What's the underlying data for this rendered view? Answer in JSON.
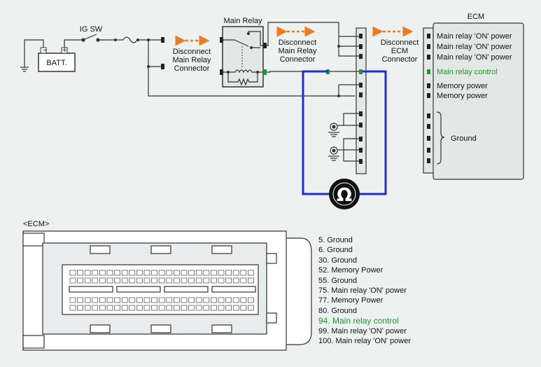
{
  "labels": {
    "batt": "BATT.",
    "ig_sw": "IG SW",
    "main_relay": "Main Relay",
    "ecm_title": "ECM",
    "ecm_section": "<ECM>",
    "ground": "Ground",
    "disconnect_relay_1": [
      "Disconnect",
      "Main Relay",
      "Connector"
    ],
    "disconnect_relay_2": [
      "Disconnect",
      "Main Relay",
      "Connector"
    ],
    "disconnect_ecm": [
      "Disconnect",
      "ECM",
      "Connector"
    ]
  },
  "ecm_pins": [
    {
      "label": "Main relay 'ON' power",
      "highlight": false
    },
    {
      "label": "Main relay 'ON' power",
      "highlight": false
    },
    {
      "label": "Main relay 'ON' power",
      "highlight": false
    },
    {
      "label": "Main relay control",
      "highlight": true
    },
    {
      "label": "Memory power",
      "highlight": false
    },
    {
      "label": "Memory power",
      "highlight": false
    }
  ],
  "pin_legend": [
    {
      "text": "5. Ground",
      "highlight": false
    },
    {
      "text": "6. Ground",
      "highlight": false
    },
    {
      "text": "30. Ground",
      "highlight": false
    },
    {
      "text": "52. Memory Power",
      "highlight": false
    },
    {
      "text": "55. Ground",
      "highlight": false
    },
    {
      "text": "75. Main relay 'ON' power",
      "highlight": false
    },
    {
      "text": "77. Memory Power",
      "highlight": false
    },
    {
      "text": "80. Ground",
      "highlight": false
    },
    {
      "text": "94. Main relay control",
      "highlight": true
    },
    {
      "text": "99. Main relay 'ON' power",
      "highlight": false
    },
    {
      "text": "100. Main relay 'ON' power",
      "highlight": false
    }
  ],
  "colors": {
    "accent_green": "#1a9a2a",
    "meter_blue": "#1f2fd0",
    "arrow_orange": "#ee7a22"
  },
  "icons": {
    "ohmmeter": "ohm-symbol",
    "ground": "ground-symbol"
  }
}
